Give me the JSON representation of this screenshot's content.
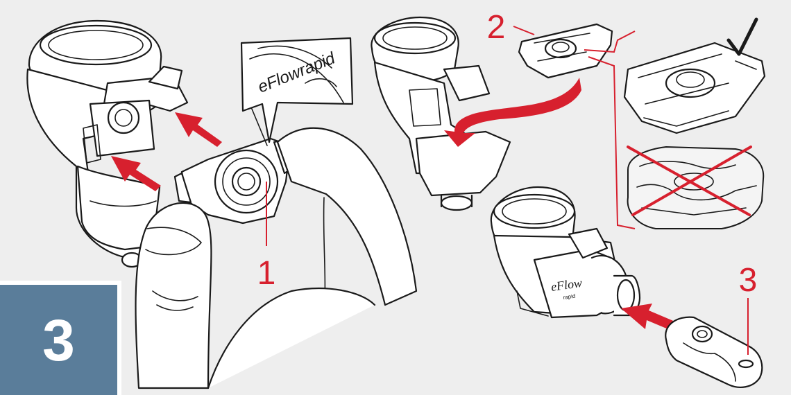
{
  "step": {
    "number": "3"
  },
  "callouts": {
    "part_1": "1",
    "part_2": "2",
    "part_3": "3"
  },
  "zoom_label": {
    "text": "eFlowrapid"
  },
  "device_label": {
    "brand": "eFlow",
    "sub": "rapid"
  },
  "correct_mark": {
    "icon": "check-icon"
  },
  "incorrect_mark": {
    "icon": "cross-icon",
    "color": "#d7202e"
  },
  "colors": {
    "accent": "#d7202e",
    "badge": "#5a7d9a",
    "background": "#eeeeee"
  }
}
